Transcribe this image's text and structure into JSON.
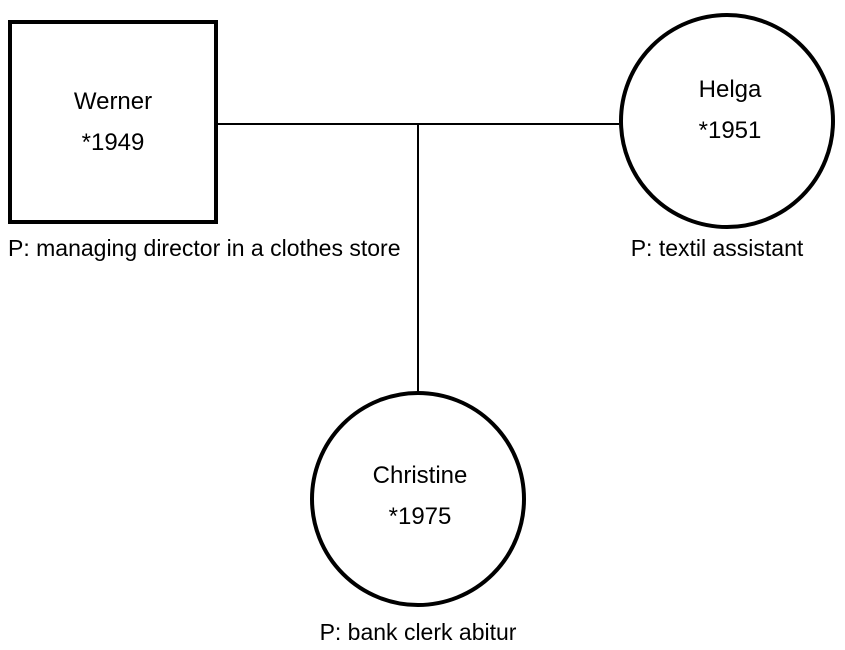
{
  "diagram": {
    "type": "genogram",
    "title": "Family genogram",
    "colors": {
      "background": "#ffffff",
      "stroke": "#000000",
      "fill": "#ffffff"
    },
    "persons": [
      {
        "id": "werner",
        "name": "Werner",
        "birth": "*1949",
        "shape": "square",
        "gender": "male",
        "caption": "P: managing director in a clothes store"
      },
      {
        "id": "helga",
        "name": "Helga",
        "birth": "*1951",
        "shape": "circle",
        "gender": "female",
        "caption": "P: textil assistant"
      },
      {
        "id": "christine",
        "name": "Christine",
        "birth": "*1975",
        "shape": "circle",
        "gender": "female",
        "caption": "P: bank clerk abitur"
      }
    ],
    "relations": [
      {
        "id": "partnership",
        "kind": "marriage-line",
        "from": "werner",
        "to": "helga"
      },
      {
        "id": "descent",
        "kind": "child-line",
        "from": "partnership",
        "to": "christine"
      }
    ]
  }
}
